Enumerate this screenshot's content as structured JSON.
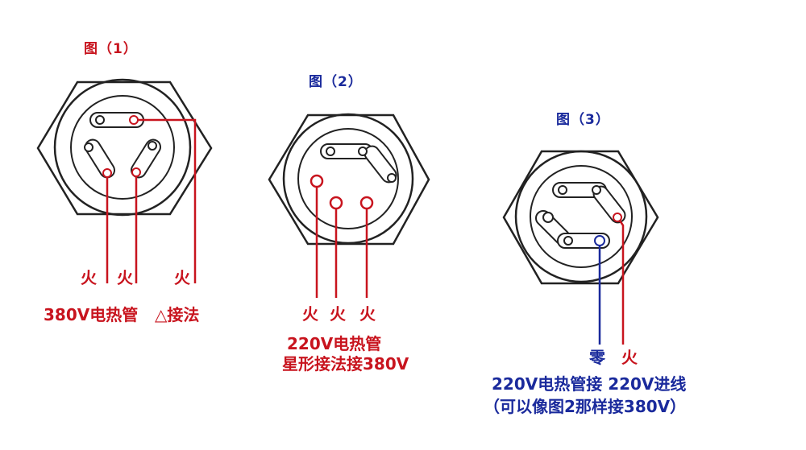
{
  "colors": {
    "red": "#c8141e",
    "blue": "#1a2a9c",
    "outline": "#222222"
  },
  "figure1": {
    "title": "图（1）",
    "wire_labels": [
      "火",
      "火",
      "火"
    ],
    "caption_left": "380V电热管",
    "caption_right": "△接法"
  },
  "figure2": {
    "title": "图（2）",
    "wire_labels": [
      "火",
      "火",
      "火"
    ],
    "caption_line1": "220V电热管",
    "caption_line2": "星形接法接380V"
  },
  "figure3": {
    "title": "图（3）",
    "wire_labels": [
      "零",
      "火"
    ],
    "caption_line1": "220V电热管接 220V进线",
    "caption_line2": "（可以像图2那样接380V）"
  }
}
